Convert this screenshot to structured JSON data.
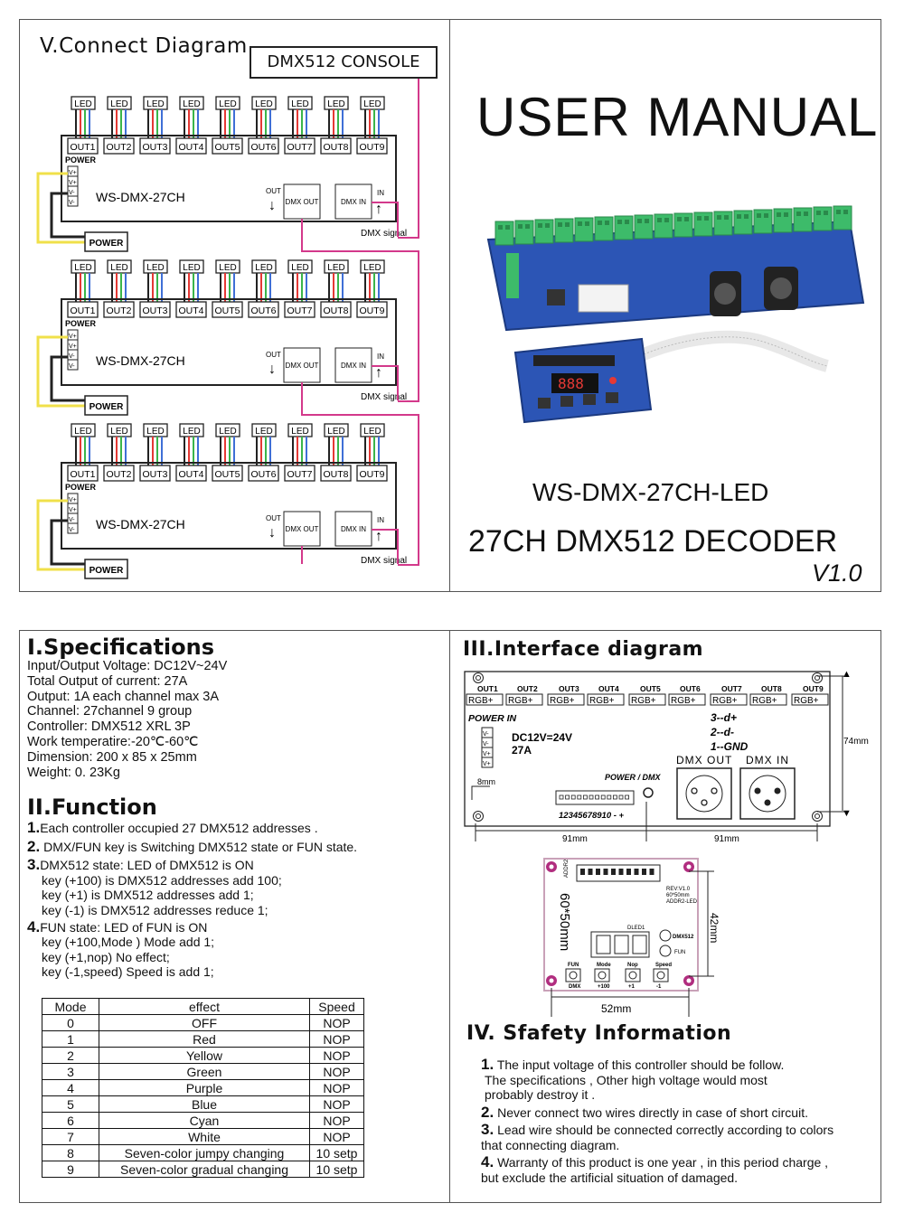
{
  "connect": {
    "title": "V.Connect Diagram",
    "console": "DMX512 CONSOLE",
    "led": "LED",
    "outs": [
      "OUT1",
      "OUT2",
      "OUT3",
      "OUT4",
      "OUT5",
      "OUT6",
      "OUT7",
      "OUT8",
      "OUT9"
    ],
    "power_label": "POWER",
    "power_box": "POWER",
    "model": "WS-DMX-27CH",
    "dmx_out": "DMX OUT",
    "dmx_in": "DMX IN",
    "out_label": "OUT",
    "in_label": "IN",
    "signal": "DMX  signal",
    "vplus": "V+",
    "vminus": "V-"
  },
  "cover": {
    "heading": "USER MANUAL",
    "model": "WS-DMX-27CH-LED",
    "subtitle": "27CH DMX512 DECODER",
    "version": "V1.0",
    "display_digits": "888"
  },
  "specs": {
    "title": "I.Specifications",
    "lines": [
      "Input/Output Voltage: DC12V~24V",
      "Total Output of current: 27A",
      "Output: 1A each channel max 3A",
      "Channel: 27channel 9 group",
      "Controller: DMX512 XRL 3P",
      "Work temperatire:-20℃-60℃",
      "Dimension: 200 x 85 x 25mm",
      "Weight: 0. 23Kg"
    ]
  },
  "function": {
    "title": "II.Function",
    "items": [
      {
        "num": "1.",
        "text": "Each  controller  occupied 27 DMX512 addresses ."
      },
      {
        "num": "2.",
        "text": "DMX/FUN key is Switching  DMX512  state or FUN state."
      },
      {
        "num": "3.",
        "text": "DMX512  state:  LED of DMX512 is ON"
      },
      {
        "num": "",
        "text": "key (+100) is DMX512  addresses   add 100;"
      },
      {
        "num": "",
        "text": "key (+1) is DMX512  addresses   add 1;"
      },
      {
        "num": "",
        "text": "key (-1) is DMX512  addresses  reduce 1;"
      },
      {
        "num": "4.",
        "text": "FUN  state:  LED of FUN  is ON"
      },
      {
        "num": "",
        "text": "key (+100,Mode )  Mode  add 1;"
      },
      {
        "num": "",
        "text": "key (+1,nop)  No effect;"
      },
      {
        "num": "",
        "text": "key (-1,speed) Speed is add 1;"
      }
    ]
  },
  "mode_table": {
    "headers": [
      "Mode",
      "effect",
      "Speed"
    ],
    "rows": [
      [
        "0",
        "OFF",
        "NOP"
      ],
      [
        "1",
        "Red",
        "NOP"
      ],
      [
        "2",
        "Yellow",
        "NOP"
      ],
      [
        "3",
        "Green",
        "NOP"
      ],
      [
        "4",
        "Purple",
        "NOP"
      ],
      [
        "5",
        "Blue",
        "NOP"
      ],
      [
        "6",
        "Cyan",
        "NOP"
      ],
      [
        "7",
        "White",
        "NOP"
      ],
      [
        "8",
        "Seven-color jumpy changing",
        "10 setp"
      ],
      [
        "9",
        "Seven-color gradual changing",
        "10 setp"
      ]
    ]
  },
  "interface": {
    "title": "III.Interface diagram",
    "outs": [
      "OUT1",
      "OUT2",
      "OUT3",
      "OUT4",
      "OUT5",
      "OUT6",
      "OUT7",
      "OUT8",
      "OUT9"
    ],
    "rgb": "RGB+",
    "power_in": "POWER  IN",
    "voltage": "DC12V=24V",
    "current": "27A",
    "pins": [
      "3--d+",
      "2--d-",
      "1--GND"
    ],
    "dmx_out": "DMX  OUT",
    "dmx_in": "DMX  IN",
    "power_dmx": "POWER / DMX",
    "switch_label": "12345678910 -  +",
    "dim_8mm": "8mm",
    "dim_74mm": "74mm",
    "dim_91a": "91mm",
    "dim_91b": "91mm",
    "small_board": {
      "dim_size": "60*50mm",
      "dim_42": "42mm",
      "dim_52": "52mm",
      "labels": [
        "ADDR2",
        "REV:V1.0",
        "60*50mm",
        "ADDR2-LED",
        "DLED1",
        "DMX512",
        "FUN",
        "Mode",
        "Nop",
        "Speed",
        "+100",
        "+1",
        "-1",
        "DMX",
        "FUN"
      ]
    }
  },
  "safety": {
    "title": "IV. Sfafety Information",
    "items": [
      {
        "num": "1.",
        "lines": [
          "The input voltage of this controller should be follow.",
          "The specifications , Other high voltage would most",
          "probably destroy it ."
        ]
      },
      {
        "num": "2.",
        "lines": [
          "Never connect two wires directly in case of short circuit."
        ]
      },
      {
        "num": "3.",
        "lines": [
          "Lead wire should be connected correctly according to colors",
          "that connecting diagram."
        ]
      },
      {
        "num": "4.",
        "lines": [
          "Warranty of this product is one year , in this period charge ,",
          "but exclude the artificial situation of damaged."
        ]
      }
    ]
  },
  "colors": {
    "frame": "#555555",
    "pcb_blue": "#2c55b5",
    "terminal_green": "#3dbb6a",
    "signal_magenta": "#d3398b",
    "power_yellow": "#f0e04a",
    "wire_red": "#e53935",
    "wire_green": "#3bb54a",
    "wire_blue": "#3f6fd6"
  }
}
